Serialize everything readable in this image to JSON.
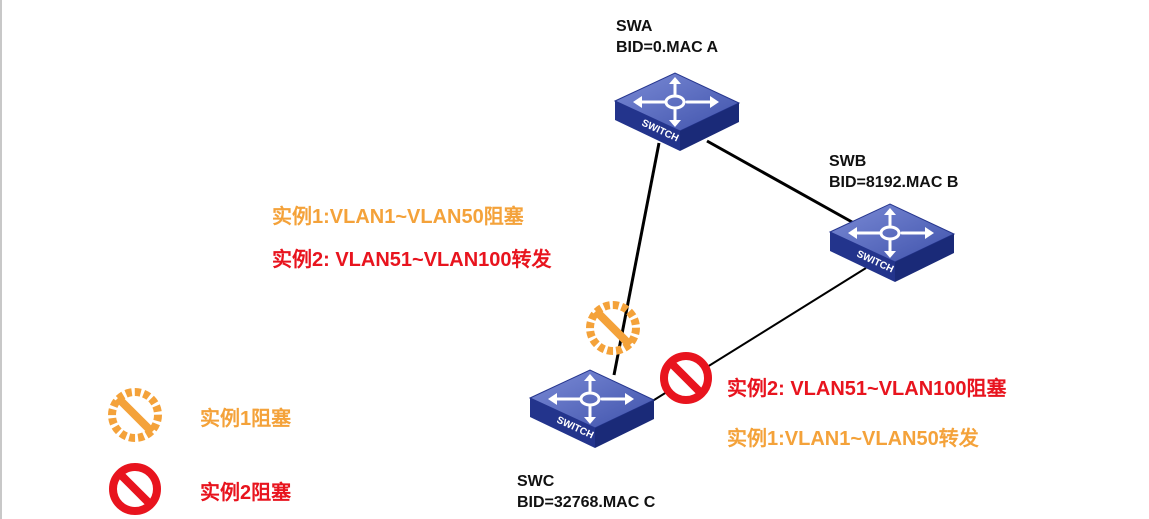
{
  "switches": [
    {
      "id": "swa",
      "name": "SWA",
      "bid": "BID=0.MAC A",
      "badge": "SWITCH"
    },
    {
      "id": "swb",
      "name": "SWB",
      "bid": "BID=8192.MAC B",
      "badge": "SWITCH"
    },
    {
      "id": "swc",
      "name": "SWC",
      "bid": "BID=32768.MAC C",
      "badge": "SWITCH"
    }
  ],
  "annotations": {
    "link_ac_instance1": "实例1:VLAN1~VLAN50阻塞",
    "link_ac_instance2": "实例2: VLAN51~VLAN100转发",
    "link_bc_instance2": "实例2: VLAN51~VLAN100阻塞",
    "link_bc_instance1": "实例1:VLAN1~VLAN50转发"
  },
  "legend": {
    "instance1_blocked": "实例1阻塞",
    "instance2_blocked": "实例2阻塞"
  },
  "colors": {
    "instance1": "#f4a23a",
    "instance2": "#e8141e",
    "switch_top": "#4f62b8",
    "switch_side": "#1c2f86"
  }
}
